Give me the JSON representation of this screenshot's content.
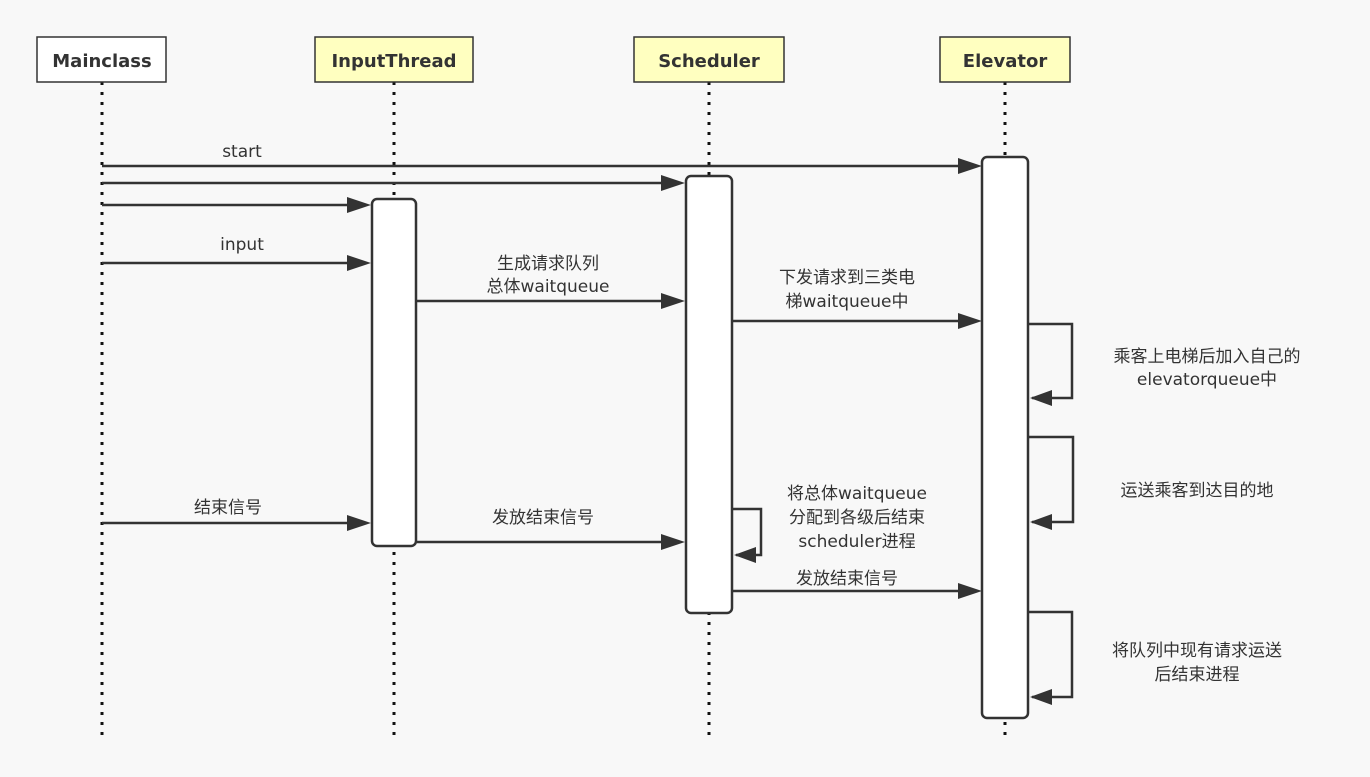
{
  "diagram": {
    "type": "sequence",
    "colors": {
      "background": "#f8f8f8",
      "line": "#333333",
      "actor_plain": "#ffffff",
      "actor_highlight": "#ffffc0",
      "activation": "#ffffff"
    },
    "actors": [
      {
        "id": "main",
        "label": "Mainclass",
        "style": "plain"
      },
      {
        "id": "input",
        "label": "InputThread",
        "style": "highlight"
      },
      {
        "id": "sched",
        "label": "Scheduler",
        "style": "highlight"
      },
      {
        "id": "elev",
        "label": "Elevator",
        "style": "highlight"
      }
    ],
    "messages": [
      {
        "from": "main",
        "to": "elev",
        "lines": [
          "start"
        ]
      },
      {
        "from": "main",
        "to": "sched",
        "lines": []
      },
      {
        "from": "main",
        "to": "input",
        "lines": []
      },
      {
        "from": "main",
        "to": "input",
        "lines": [
          "input"
        ]
      },
      {
        "from": "input",
        "to": "sched",
        "lines": [
          "生成请求队列",
          "总体waitqueue"
        ]
      },
      {
        "from": "sched",
        "to": "elev",
        "lines": [
          "下发请求到三类电",
          "梯waitqueue中"
        ]
      },
      {
        "from": "elev",
        "to": "elev",
        "lines": [
          "乘客上电梯后加入自己的",
          "elevatorqueue中"
        ]
      },
      {
        "from": "elev",
        "to": "elev",
        "lines": [
          "运送乘客到达目的地"
        ]
      },
      {
        "from": "main",
        "to": "input",
        "lines": [
          "结束信号"
        ]
      },
      {
        "from": "input",
        "to": "sched",
        "lines": [
          "发放结束信号"
        ]
      },
      {
        "from": "sched",
        "to": "sched",
        "lines": [
          "将总体waitqueue",
          "分配到各级后结束",
          "scheduler进程"
        ]
      },
      {
        "from": "sched",
        "to": "elev",
        "lines": [
          "发放结束信号"
        ]
      },
      {
        "from": "elev",
        "to": "elev",
        "lines": [
          "将队列中现有请求运送",
          "后结束进程"
        ]
      }
    ]
  }
}
